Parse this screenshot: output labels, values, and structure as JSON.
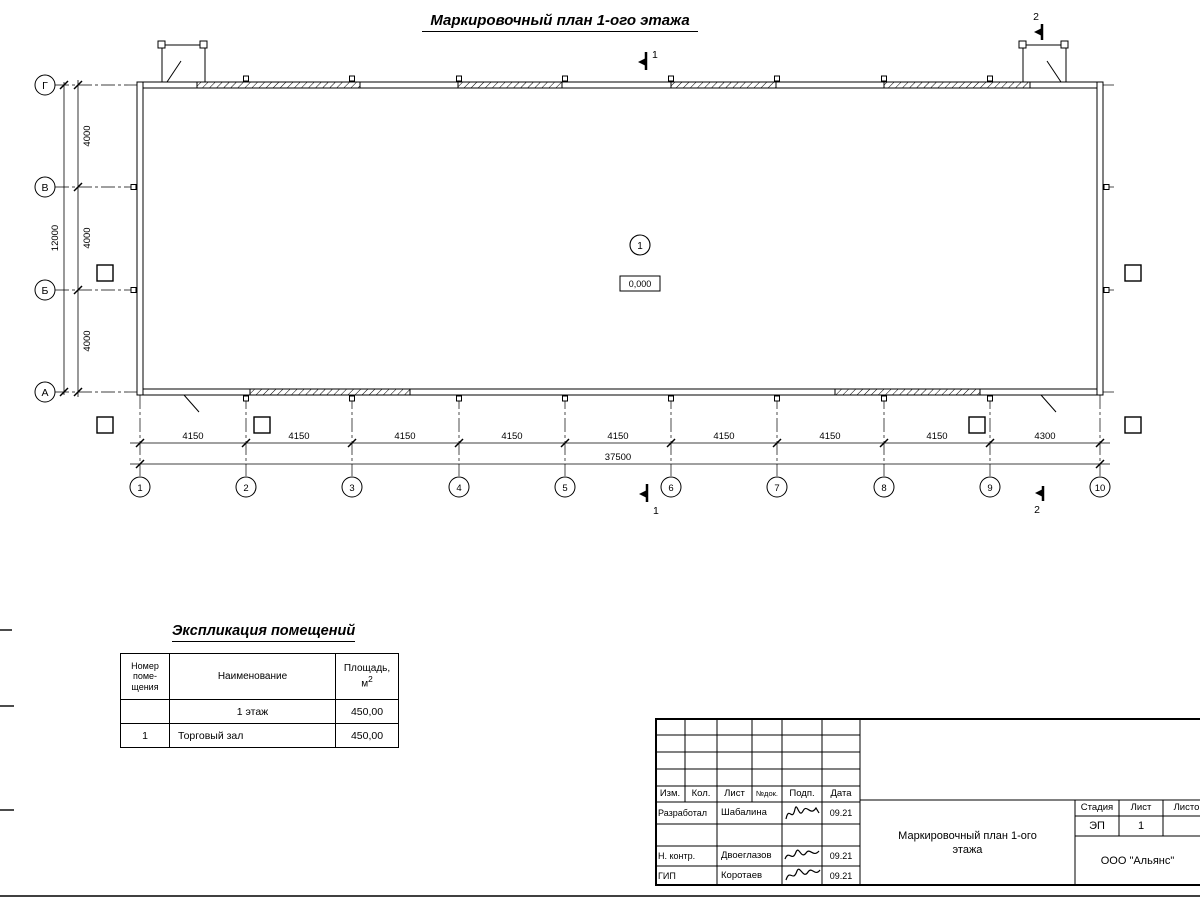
{
  "page_title": "Маркировочный план 1-ого этажа",
  "plan": {
    "axes_letters": [
      "Г",
      "В",
      "Б",
      "А"
    ],
    "axes_numbers": [
      "1",
      "2",
      "3",
      "4",
      "5",
      "6",
      "7",
      "8",
      "9",
      "10"
    ],
    "v_dims": [
      "4000",
      "4000",
      "4000"
    ],
    "v_total": "12000",
    "h_dims": [
      "4150",
      "4150",
      "4150",
      "4150",
      "4150",
      "4150",
      "4150",
      "4150",
      "4300"
    ],
    "h_total": "37500",
    "room_mark": "1",
    "elevation": "0,000",
    "section1": "1",
    "section2": "2"
  },
  "explication": {
    "title": "Экспликация  помещений",
    "col_num_l1": "Номер",
    "col_num_l2": "поме-",
    "col_num_l3": "щения",
    "col_name": "Наименование",
    "col_area_l1": "Площадь,",
    "col_area_unit": "м",
    "col_area_sup": "2",
    "rows": [
      {
        "num": "",
        "name": "1 этаж",
        "area": "450,00"
      },
      {
        "num": "1",
        "name": "Торговый зал",
        "area": "450,00"
      }
    ]
  },
  "stamp": {
    "h_izm": "Изм.",
    "h_kol": "Кол.",
    "h_list": "Лист",
    "h_ndok": "№док.",
    "h_podp": "Подп.",
    "h_data": "Дата",
    "r1_role": "Разработал",
    "r1_name": "Шабалина",
    "r1_date": "09.21",
    "r2_role": "Н. контр.",
    "r2_name": "Двоеглазов",
    "r2_date": "09.21",
    "r3_role": "ГИП",
    "r3_name": "Коротаев",
    "r3_date": "09.21",
    "doc_l1": "Маркировочный план 1-ого",
    "doc_l2": "этажа",
    "stage_h": "Стадия",
    "list_h": "Лист",
    "listov_h": "Листов",
    "stage_v": "ЭП",
    "list_v": "1",
    "company": "ООО \"Альянс\""
  }
}
